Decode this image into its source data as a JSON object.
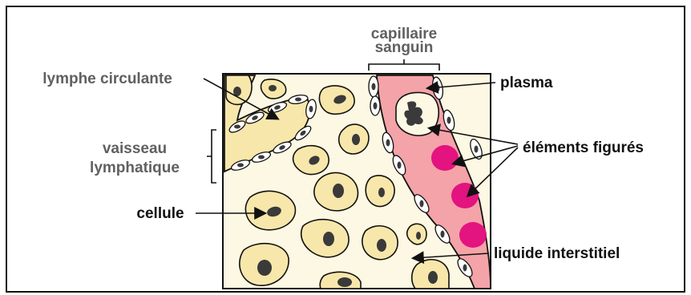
{
  "labels": {
    "lymph": "lymphe circulante",
    "vessel_line1": "vaisseau",
    "vessel_line2": "lymphatique",
    "cell": "cellule",
    "capillary_line1": "capillaire",
    "capillary_line2": "sanguin",
    "plasma": "plasma",
    "formed_elements": "éléments figurés",
    "interstitial": "liquide interstitiel"
  },
  "colors": {
    "tissue_bg": "#fdf8e3",
    "cell_fill": "#f8e7aa",
    "nucleus": "#3a3a3a",
    "plasma": "#f4a3a8",
    "red_cell": "#e3137f",
    "lymph": "#f8e7aa",
    "outline": "#111111",
    "grey_text": "#606060"
  }
}
